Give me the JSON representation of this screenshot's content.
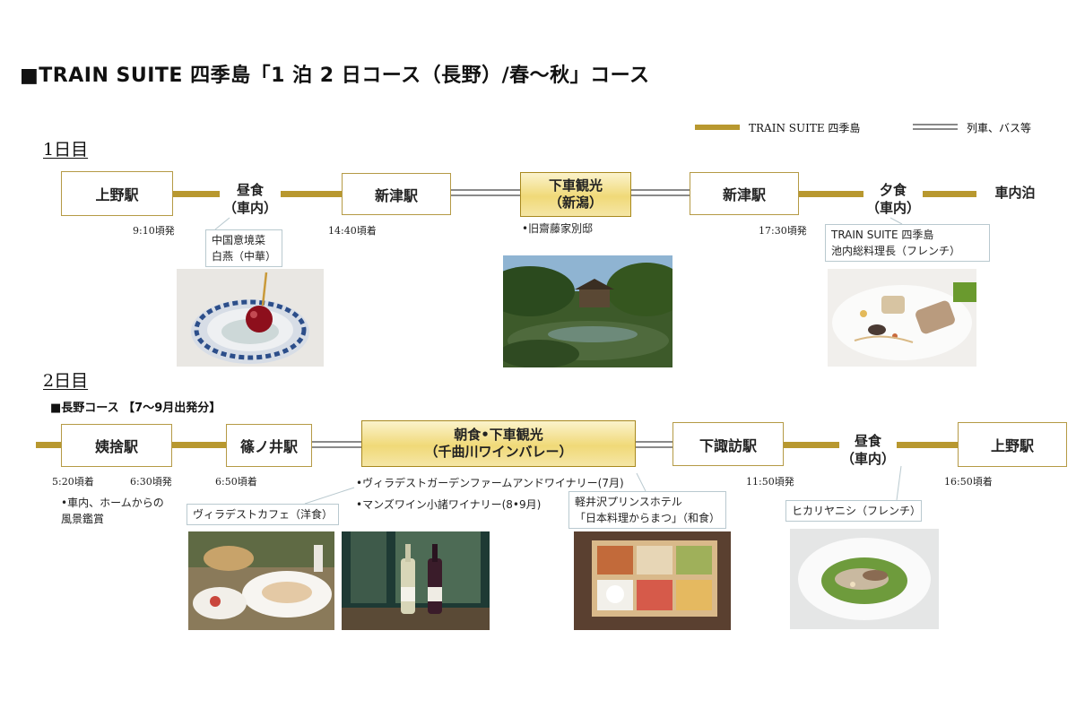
{
  "title": "■TRAIN SUITE 四季島「1 泊 2 日コース（長野）/春～秋」コース",
  "legend": {
    "train_suite": "TRAIN SUITE 四季島",
    "other": "列車、バス等"
  },
  "day1": {
    "label": "1日目",
    "ueno": "上野駅",
    "ueno_time": "9:10頃発",
    "lunch_line1": "昼食",
    "lunch_line2": "（車内）",
    "lunch_callout_1": "中国意境菜",
    "lunch_callout_2": "白燕（中華）",
    "niitsu1": "新津駅",
    "niitsu1_time": "14:40頃着",
    "sightseeing_line1": "下車観光",
    "sightseeing_line2": "（新潟）",
    "sightseeing_note": "•旧齋藤家別邸",
    "niitsu2": "新津駅",
    "niitsu2_time": "17:30頃発",
    "dinner_line1": "夕食",
    "dinner_line2": "（車内）",
    "overnight": "車内泊",
    "dinner_callout_1": "TRAIN SUITE 四季島",
    "dinner_callout_2": "池内総料理長（フレンチ）"
  },
  "day2": {
    "label": "2日目",
    "course": "■長野コース 【7～9月出発分】",
    "obasute": "姨捨駅",
    "obasute_arr": "5:20頃着",
    "obasute_dep": "6:30頃発",
    "obasute_note_1": "•車内、ホームからの",
    "obasute_note_2": "風景鑑賞",
    "shinonoi": "篠ノ井駅",
    "shinonoi_time": "6:50頃着",
    "breakfast_line1": "朝食•下車観光",
    "breakfast_line2": "（千曲川ワインバレー）",
    "winery_note_1": "•ヴィラデストガーデンファームアンドワイナリー(7月)",
    "winery_note_2": "•マンズワイン小諸ワイナリー(8•9月)",
    "cafe_callout": "ヴィラデストカフェ（洋食）",
    "karuizawa_callout_1": "軽井沢プリンスホテル",
    "karuizawa_callout_2": "「日本料理からまつ」（和食）",
    "shimosuwa": "下諏訪駅",
    "shimosuwa_time": "11:50頃発",
    "lunch_line1": "昼食",
    "lunch_line2": "（車内）",
    "lunch_callout": "ヒカリヤニシ（フレンチ）",
    "ueno": "上野駅",
    "ueno_time": "16:50頃着"
  },
  "colors": {
    "gold_line": "#b8982f",
    "station_border": "#b59a45",
    "callout_border": "#b9c9cf"
  }
}
